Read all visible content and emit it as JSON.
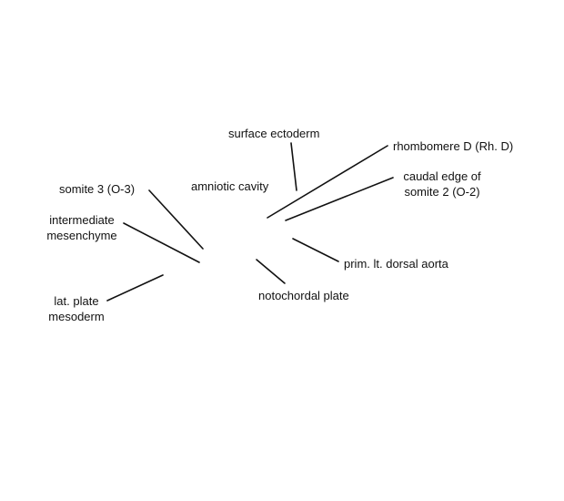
{
  "labels": {
    "surface_ectoderm": "surface ectoderm",
    "rhombomere_d": "rhombomere D (Rh. D)",
    "caudal_edge_line1": "caudal edge of",
    "caudal_edge_line2": "somite 2 (O-2)",
    "amniotic_cavity": "amniotic cavity",
    "somite_3": "somite 3 (O-3)",
    "intermediate_line1": "intermediate",
    "intermediate_line2": "mesenchyme",
    "prim_dorsal_aorta": "prim. lt. dorsal aorta",
    "notochordal_plate": "notochordal plate",
    "lat_plate_line1": "lat. plate",
    "lat_plate_line2": "mesoderm"
  }
}
